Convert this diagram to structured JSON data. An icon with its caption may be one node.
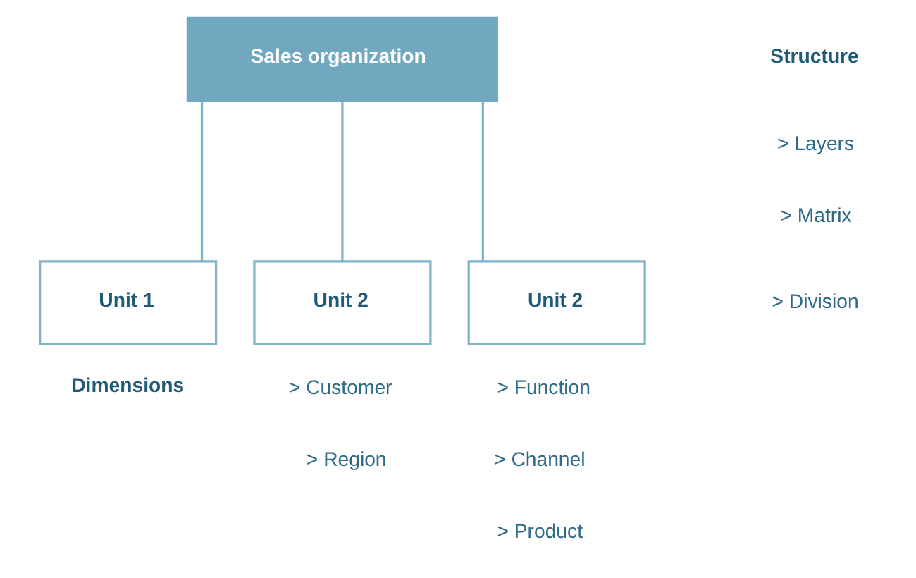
{
  "diagram": {
    "nodes": [
      {
        "text": [
          "Sales organization"
        ]
      },
      {
        "text": [
          "Unit 1"
        ]
      },
      {
        "text": [
          "Unit 2"
        ]
      },
      {
        "text": [
          "Unit 2"
        ]
      }
    ],
    "edges": [
      {
        "from": 0,
        "to": 1,
        "arrow": "none"
      },
      {
        "from": 0,
        "to": 2,
        "arrow": "none"
      },
      {
        "from": 0,
        "to": 3,
        "arrow": "none"
      }
    ],
    "labels": [
      "Structure",
      "> Layers",
      "> Matrix",
      "> Division",
      "Dimensions",
      "> Customer",
      "> Function",
      "> Region",
      "> Channel",
      "> Product"
    ]
  }
}
